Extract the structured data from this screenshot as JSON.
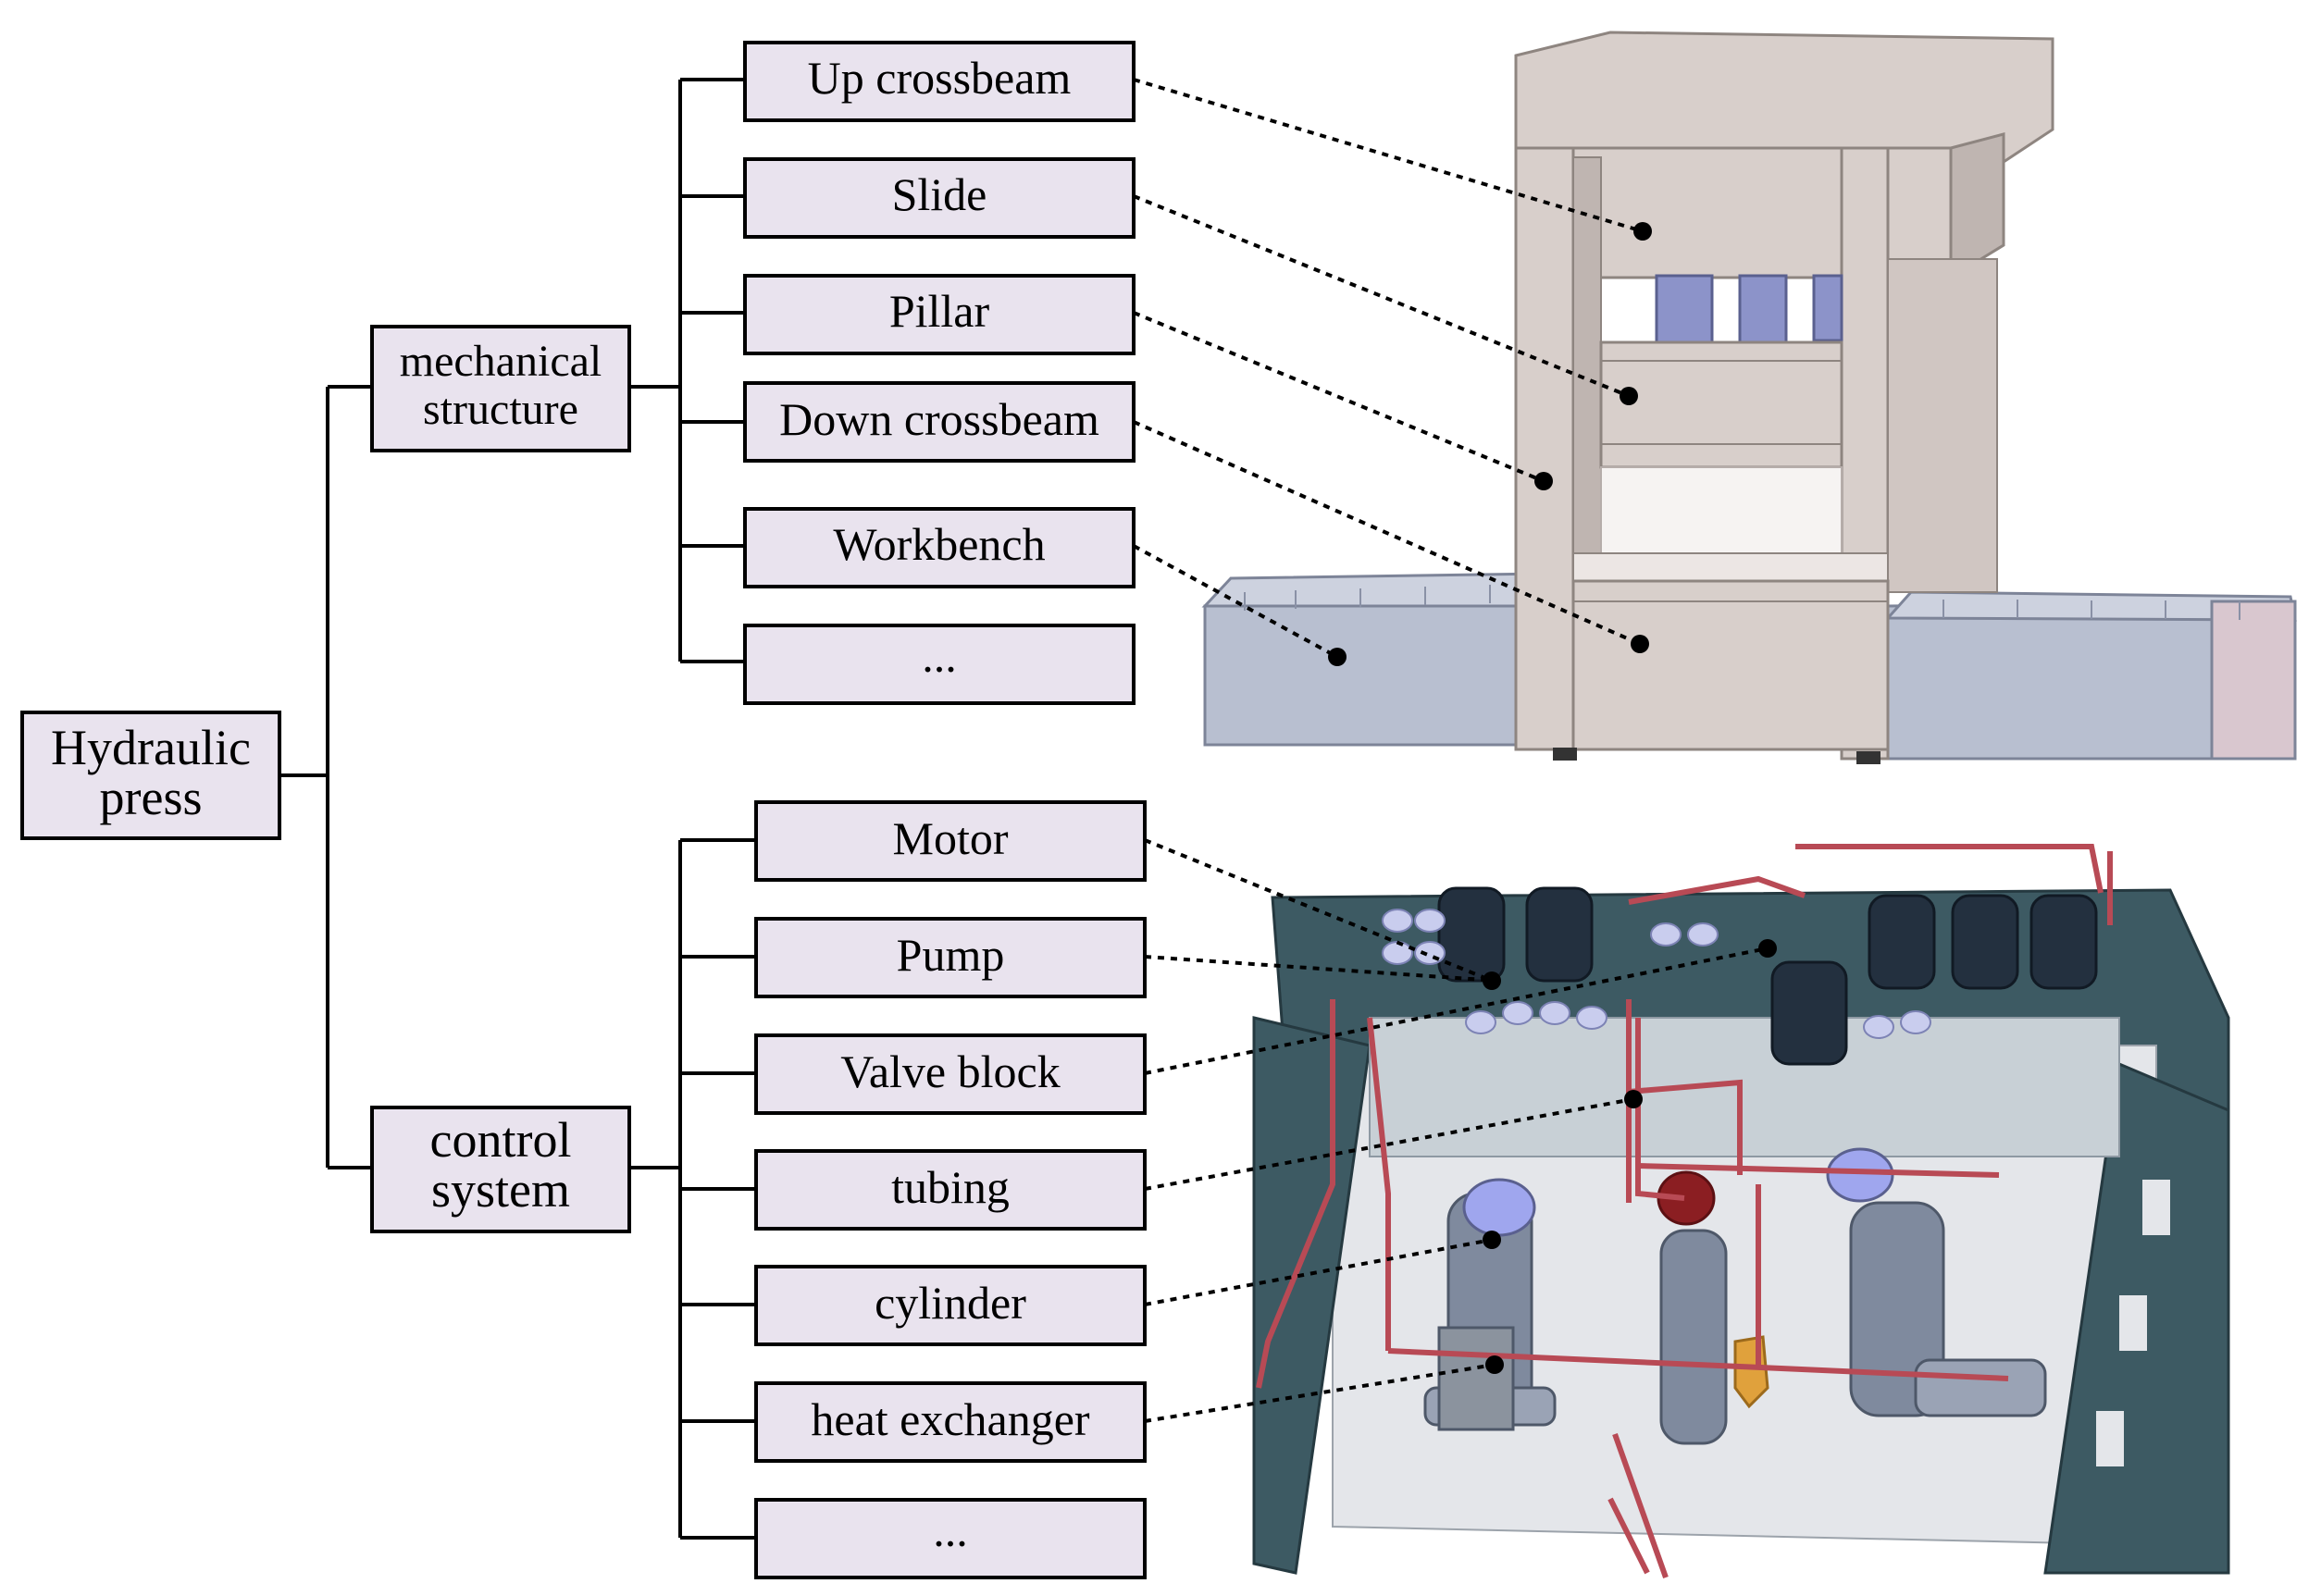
{
  "root": {
    "line1": "Hydraulic",
    "line2": "press"
  },
  "categories": [
    {
      "line1": "mechanical",
      "line2": "structure"
    },
    {
      "line1": "control",
      "line2": "system"
    }
  ],
  "mechanical_items": [
    "Up crossbeam",
    "Slide",
    "Pillar",
    "Down crossbeam",
    "Workbench",
    "..."
  ],
  "control_items": [
    "Motor",
    "Pump",
    "Valve block",
    "tubing",
    "cylinder",
    "heat exchanger",
    "..."
  ],
  "colors": {
    "box_fill": "#e9e3ee",
    "box_stroke": "#000000",
    "press_frame": "#d8cfcb",
    "press_shadow": "#bfb5b1",
    "workbench_blue": "#b8bfd0",
    "cylinder_blue": "#8c93c9",
    "tank_teal": "#3d5a63",
    "tank_floor": "#e4e6ea",
    "pipe_red": "#b84a55",
    "motor_dark": "#23303f",
    "valve_light": "#c9cdee",
    "hx_orange": "#e0a13c"
  }
}
